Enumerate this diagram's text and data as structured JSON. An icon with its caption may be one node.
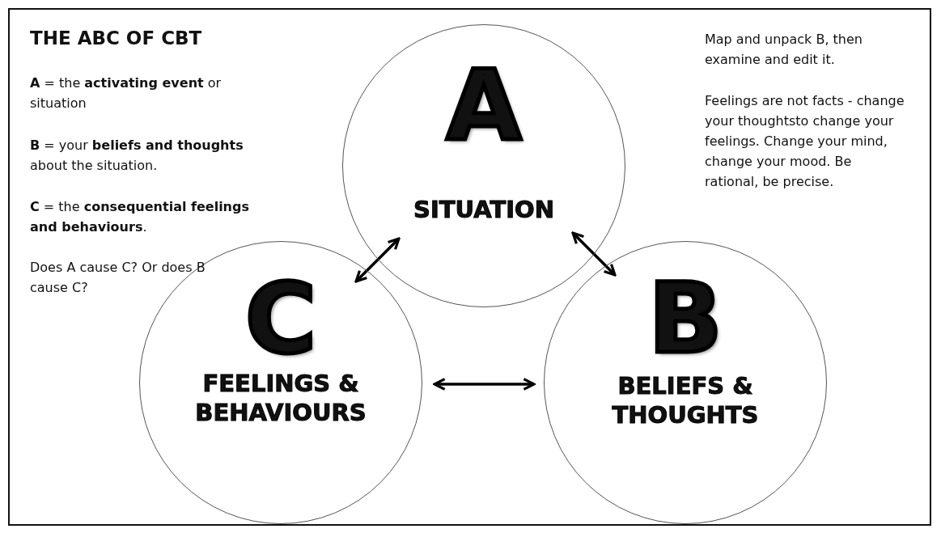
{
  "diagram": {
    "title": "THE ABC OF CBT",
    "nodes": [
      {
        "text": [
          "A",
          "SITUATION"
        ]
      },
      {
        "text": [
          "C",
          "FEELINGS & BEHAVIOURS"
        ]
      },
      {
        "text": [
          "B",
          "BELIEFS & THOUGHTS"
        ]
      }
    ],
    "edges": [
      {
        "from": 0,
        "to": 1,
        "arrow": "both"
      },
      {
        "from": 0,
        "to": 2,
        "arrow": "both"
      },
      {
        "from": 1,
        "to": 2,
        "arrow": "both"
      }
    ],
    "labels": [
      "**A** = the **activating event** or situation",
      "**B** = your **beliefs and thoughts** about the situation.",
      "**C** = the **consequential feelings and behaviours**.",
      "Does A cause C? Or does B cause C?",
      "Map and unpack B, then examine and edit it.",
      "Feelings are not facts - change your thoughtsto change your feelings. Change your mind, change your mood. Be rational, be precise."
    ]
  }
}
